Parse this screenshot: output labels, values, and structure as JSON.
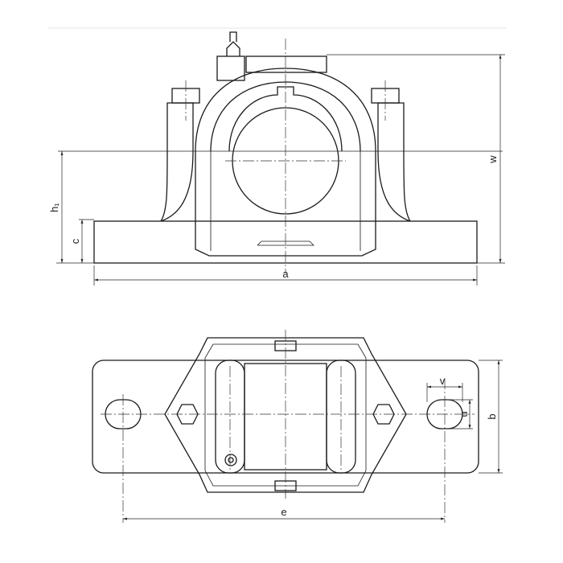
{
  "drawing": {
    "title": "Plummer block housing dimension drawing",
    "dimensions": {
      "a": "a",
      "w": "w",
      "h1": "h₁",
      "c": "c",
      "b": "b",
      "e": "e",
      "v": "v",
      "u": "u"
    }
  }
}
